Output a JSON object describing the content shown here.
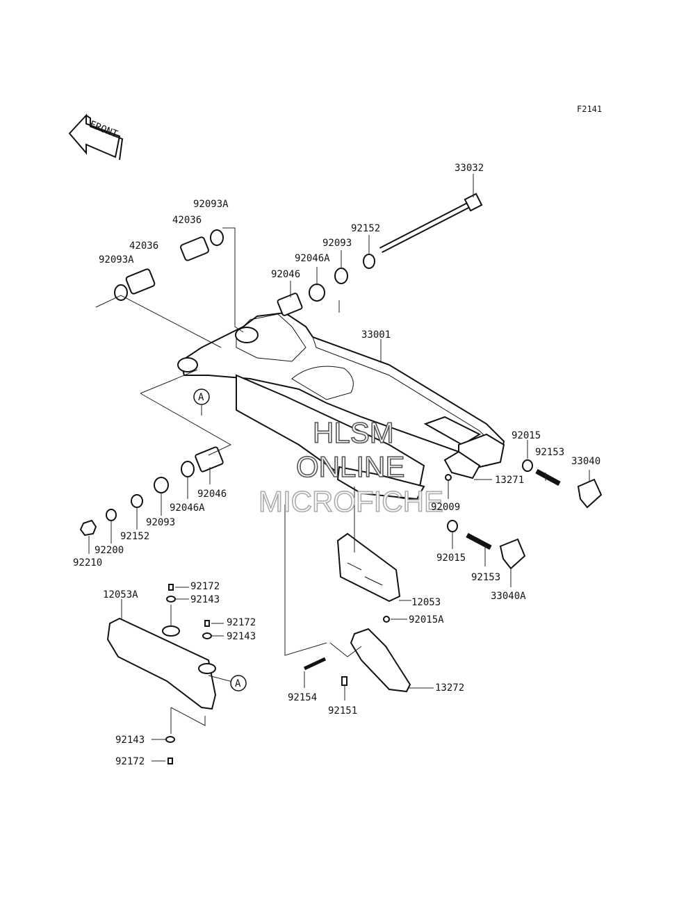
{
  "figure_code": "F2141",
  "front_arrow": "FRONT",
  "watermark": {
    "line1": "HLSM",
    "line2": "ONLINE",
    "line3": "MICROFICHE"
  },
  "ref_marks": {
    "a1": "A",
    "a2": "A"
  },
  "labels": {
    "p33032": "33032",
    "p92093A_top": "92093A",
    "p42036_top": "42036",
    "p42036_mid": "42036",
    "p92093A_left": "92093A",
    "p92152_top": "92152",
    "p92093_top": "92093",
    "p92046A_top": "92046A",
    "p92046_top": "92046",
    "p33001": "33001",
    "p92015_r": "92015",
    "p92153_r": "92153",
    "p33040": "33040",
    "p13271": "13271",
    "p92009": "92009",
    "p92046_low": "92046",
    "p92046A_low": "92046A",
    "p92093_low": "92093",
    "p92152_low": "92152",
    "p92200": "92200",
    "p92210": "92210",
    "p92015_low": "92015",
    "p92153_low": "92153",
    "p33040A": "33040A",
    "p12053": "12053",
    "p12053A": "12053A",
    "p92172_a": "92172",
    "p92143_a": "92143",
    "p92172_b": "92172",
    "p92143_b": "92143",
    "p92015A": "92015A",
    "p92154": "92154",
    "p92151": "92151",
    "p13272": "13272",
    "p92143_c": "92143",
    "p92172_c": "92172"
  }
}
